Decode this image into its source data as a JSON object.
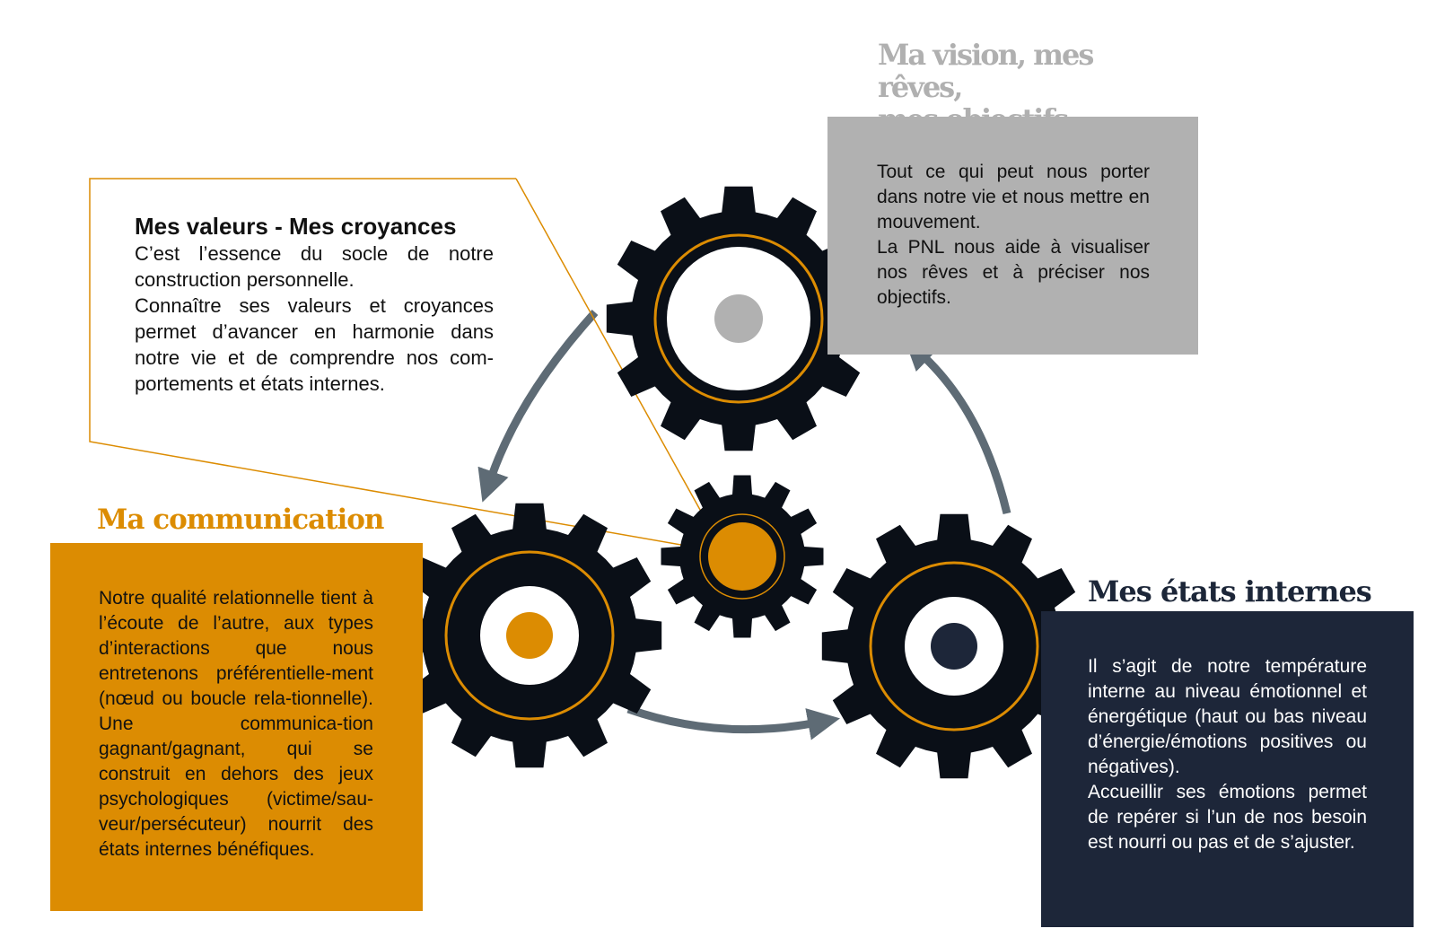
{
  "colors": {
    "gear": "#0a0f17",
    "accent": "#dc8c02",
    "grey": "#b1b1b1",
    "navy": "#1d2639",
    "arrow": "#5e6b75"
  },
  "vision": {
    "heading": "Ma vision, mes rêves,\nmes objectifs",
    "text": "Tout ce qui peut nous porter dans notre vie et nous mettre en mouvement.\nLa PNL nous aide à visualiser nos rêves et à préciser nos objectifs."
  },
  "valeurs": {
    "title": "Mes valeurs - Mes croyances",
    "text": "C’est l’essence du socle de notre construction personnelle.\nConnaître ses valeurs et croyances permet d’avancer en harmonie dans notre vie et de comprendre nos com-portements et états internes."
  },
  "communication": {
    "heading": "Ma communication",
    "text": "Notre qualité relationnelle tient à l’écoute de l’autre, aux types d’interactions que nous entretenons préférentielle-ment (nœud ou boucle rela-tionnelle). Une communica-tion gagnant/gagnant, qui se construit en dehors des jeux psychologiques (victime/sau-veur/persécuteur) nourrit des états internes bénéfiques."
  },
  "etats": {
    "heading": "Mes états internes",
    "text": "Il s’agit de notre température interne au niveau émotionnel et énergétique (haut ou bas niveau d’énergie/émotions positives ou négatives).\nAccueillir ses émotions permet de repérer si l’un de nos besoin est nourri ou pas et de s’ajuster."
  }
}
